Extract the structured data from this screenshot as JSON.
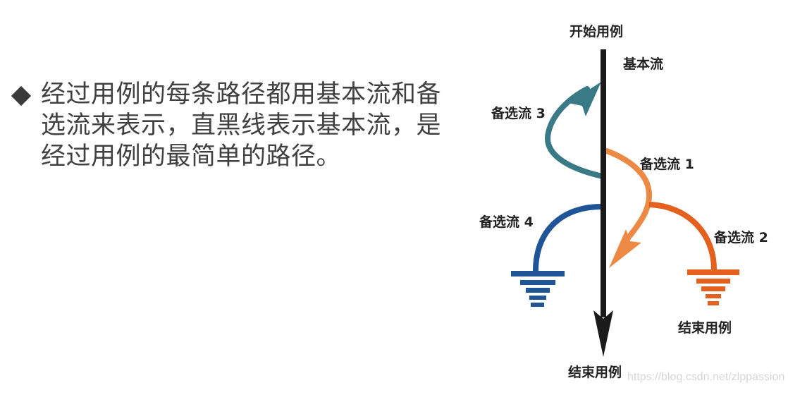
{
  "bullet": {
    "icon": "diamond-bullet-icon",
    "text": "经过用例的每条路径都用基本流和备选流来表示，直黑线表示基本流，是经过用例的最简单的路径。"
  },
  "diagram": {
    "start_label": "开始用例",
    "basic_flow_label": "基本流",
    "end_label_main": "结束用例",
    "end_label_alt2": "结束用例",
    "alt_flows": [
      {
        "label": "备选流 1",
        "color": "#ec8a45",
        "behavior": "branches off basic flow and returns lower"
      },
      {
        "label": "备选流 2",
        "color": "#e4601e",
        "behavior": "branches off alt flow 1 and terminates"
      },
      {
        "label": "备选流 3",
        "color": "#3a7a86",
        "behavior": "loops back up to earlier point in basic flow"
      },
      {
        "label": "备选流 4",
        "color": "#1f5596",
        "behavior": "branches off basic flow and terminates"
      }
    ],
    "colors": {
      "basic_flow": "#1a1a1a",
      "text": "#222222"
    }
  },
  "watermark": "https://blog.csdn.net/zlppassion"
}
